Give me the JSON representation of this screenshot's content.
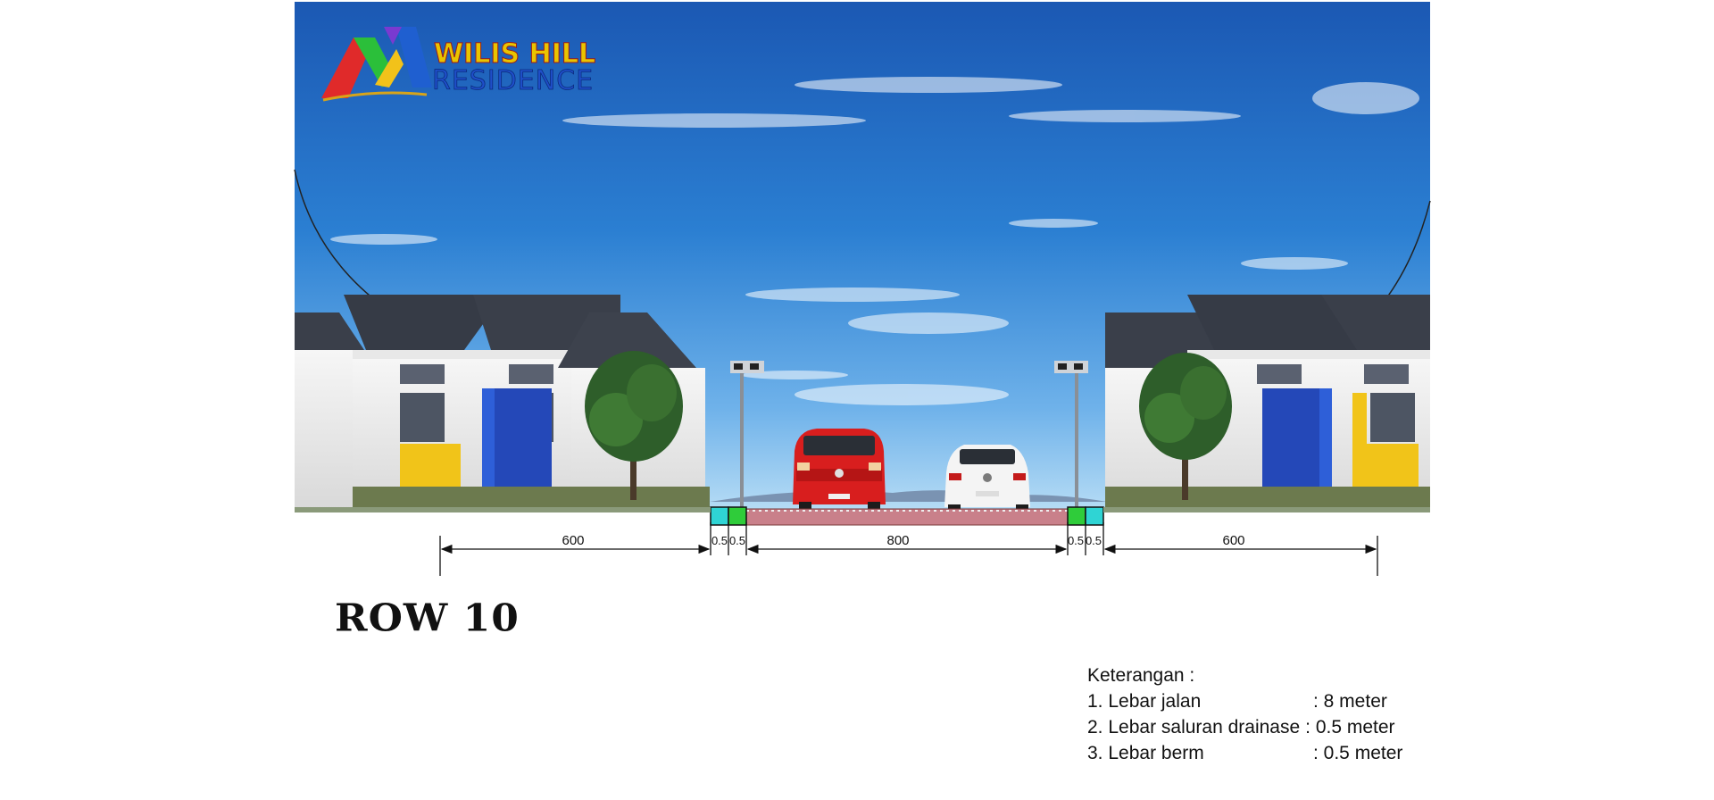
{
  "logo": {
    "line1": "WILIS HILL",
    "line2": "RESIDENCE"
  },
  "dimensions": {
    "left_lot": "600",
    "left_drain": "0.5",
    "left_berm": "0.5",
    "road": "800",
    "right_berm": "0.5",
    "right_drain": "0.5",
    "right_lot": "600"
  },
  "title": "ROW 10",
  "legend": {
    "heading": "Keterangan :",
    "items": [
      {
        "label": "1. Lebar jalan",
        "value": ":  8 meter"
      },
      {
        "label": "2. Lebar saluran drainase",
        "value": ": 0.5 meter"
      },
      {
        "label": "3. Lebar berm",
        "value": ": 0.5 meter"
      }
    ]
  },
  "colors": {
    "sky_top": "#1d5fb8",
    "sky_bottom": "#8fc6f0",
    "road": "#c9808a",
    "drain": "#2fd4d4",
    "berm": "#2fcc3a",
    "car_left": "#d81e1e",
    "car_right": "#f4f4f4",
    "roof": "#3a3f4a"
  }
}
